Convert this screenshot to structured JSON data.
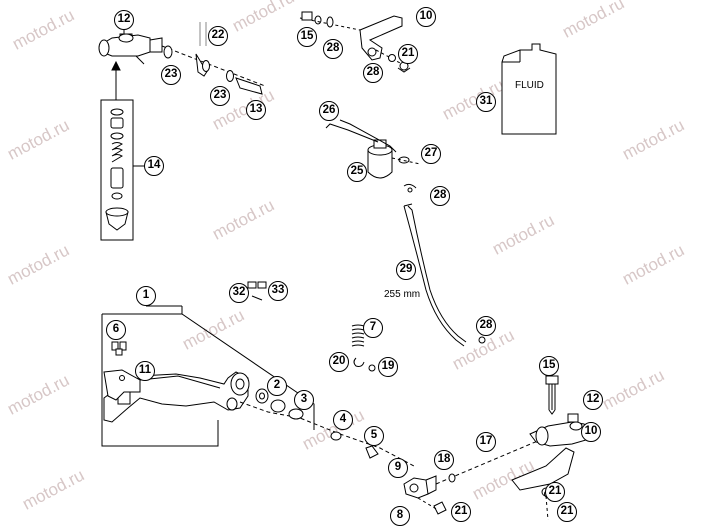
{
  "watermark": "motod.ru",
  "fluid_label": "FLUID",
  "hose_length": "255 mm",
  "callouts": {
    "c1": "1",
    "c2": "2",
    "c3": "3",
    "c4": "4",
    "c5": "5",
    "c6": "6",
    "c7": "7",
    "c8": "8",
    "c9": "9",
    "c10a": "10",
    "c10b": "10",
    "c11": "11",
    "c12a": "12",
    "c12b": "12",
    "c13": "13",
    "c14": "14",
    "c15a": "15",
    "c15b": "15",
    "c17": "17",
    "c18": "18",
    "c19": "19",
    "c20": "20",
    "c21a": "21",
    "c21b": "21",
    "c21c": "21",
    "c21d": "21",
    "c22": "22",
    "c23a": "23",
    "c23b": "23",
    "c25": "25",
    "c26": "26",
    "c27": "27",
    "c28a": "28",
    "c28b": "28",
    "c28c": "28",
    "c28d": "28",
    "c29": "29",
    "c31": "31",
    "c32": "32",
    "c33": "33"
  }
}
